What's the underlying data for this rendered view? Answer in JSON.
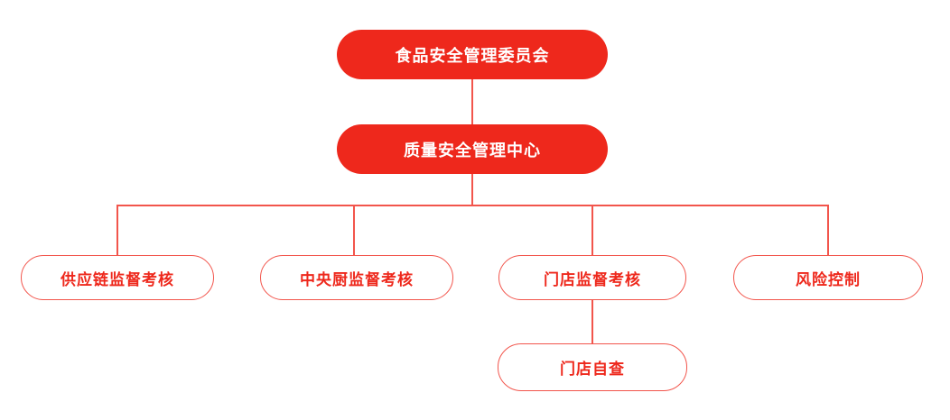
{
  "diagram": {
    "type": "org-chart",
    "colors": {
      "filled_node_background": "#ee281c",
      "filled_node_text": "#ffffff",
      "outlined_node_border": "#f2554c",
      "outlined_node_text": "#ee281c",
      "connector_line": "#f2554c",
      "background": "#ffffff"
    },
    "root": {
      "label": "食品安全管理委员会",
      "style": "filled",
      "level": 1
    },
    "center": {
      "label": "质量安全管理中心",
      "style": "filled",
      "level": 2,
      "parent": "食品安全管理委员会"
    },
    "children": [
      {
        "label": "供应链监督考核",
        "style": "outlined",
        "parent": "质量安全管理中心"
      },
      {
        "label": "中央厨监督考核",
        "style": "outlined",
        "parent": "质量安全管理中心"
      },
      {
        "label": "门店监督考核",
        "style": "outlined",
        "parent": "质量安全管理中心"
      },
      {
        "label": "风险控制",
        "style": "outlined",
        "parent": "质量安全管理中心"
      }
    ],
    "grandchild": {
      "label": "门店自查",
      "style": "outlined",
      "parent": "门店监督考核"
    }
  }
}
